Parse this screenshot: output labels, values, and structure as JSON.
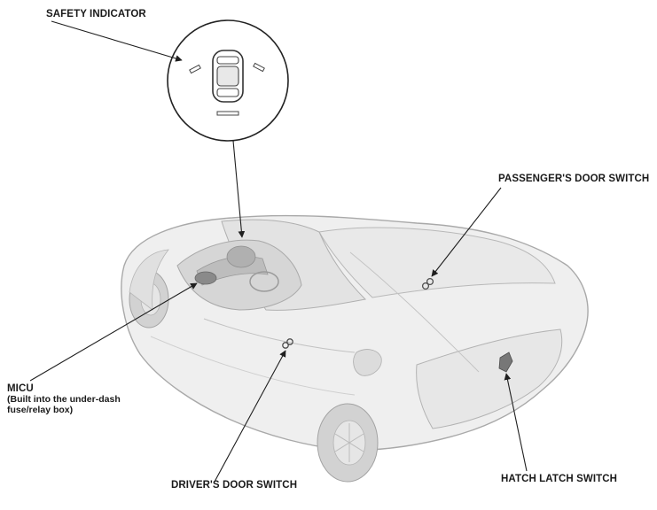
{
  "labels": {
    "safety_indicator": "SAFETY INDICATOR",
    "passenger_door_switch": "PASSENGER'S DOOR SWITCH",
    "micu": "MICU",
    "micu_note_line1": "(Built into the under-dash",
    "micu_note_line2": "fuse/relay box)",
    "driver_door_switch": "DRIVER'S DOOR SWITCH",
    "hatch_latch_switch": "HATCH LATCH SWITCH"
  },
  "colors": {
    "line": "#1f1f1f",
    "car_outline": "#a8a8a8",
    "car_fill": "#eeeeee",
    "car_shade": "#c9c9c9"
  }
}
